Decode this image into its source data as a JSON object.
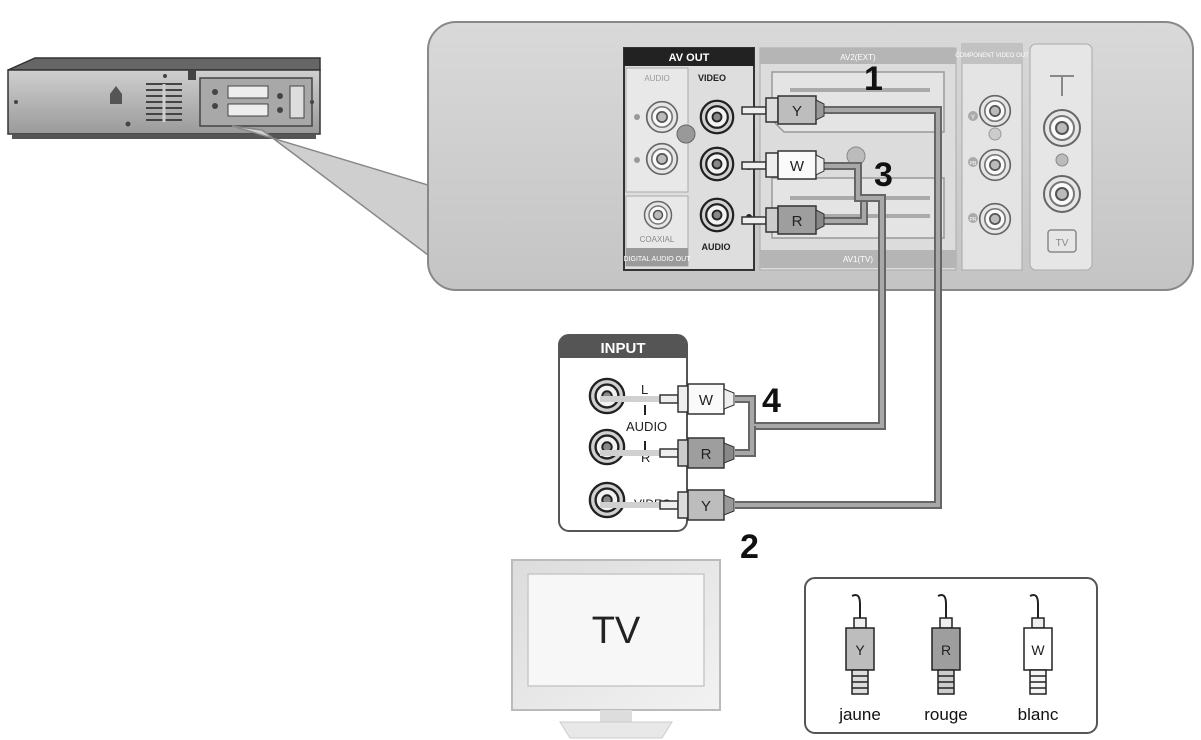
{
  "rear_panel": {
    "av_out_label": "AV OUT",
    "audio_label": "AUDIO",
    "video_label": "VIDEO",
    "audio_bottom_label": "AUDIO",
    "coaxial_label": "COAXIAL",
    "digital_audio_out_label": "DIGITAL AUDIO OUT",
    "av2_label": "AV2(EXT)",
    "av1_label": "AV1(TV)",
    "component_label": "COMPONENT VIDEO OUT",
    "comp_y_label": "Y",
    "comp_pb_label": "PB",
    "comp_pr_label": "PR",
    "tv_icon_label": "TV"
  },
  "input_panel": {
    "title": "INPUT",
    "left_label": "L",
    "audio_label": "AUDIO",
    "right_label": "R",
    "video_label": "VIDEO"
  },
  "plugs": {
    "yellow_letter": "Y",
    "white_letter": "W",
    "red_letter": "R"
  },
  "steps": {
    "step1": "1",
    "step2": "2",
    "step3": "3",
    "step4": "4"
  },
  "tv": {
    "label": "TV"
  },
  "legend": {
    "items": [
      {
        "letter": "Y",
        "name": "jaune"
      },
      {
        "letter": "R",
        "name": "rouge"
      },
      {
        "letter": "W",
        "name": "blanc"
      }
    ]
  }
}
